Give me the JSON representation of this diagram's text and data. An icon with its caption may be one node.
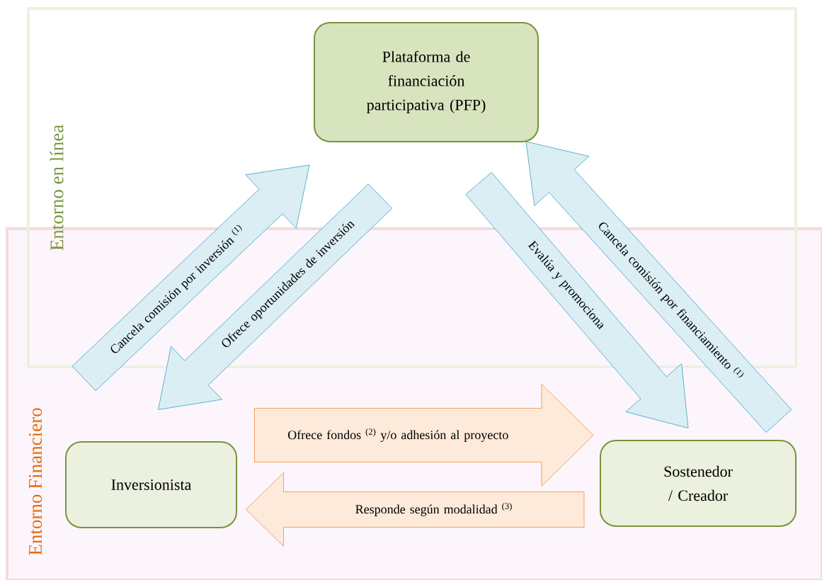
{
  "diagram": {
    "nodes": [
      {
        "text": [
          "Entorno en línea"
        ]
      },
      {
        "text": [
          "Entorno Financiero"
        ]
      },
      {
        "text": [
          "Plataforma de financiación participativa (PFP)"
        ],
        "in": 0
      },
      {
        "text": [
          "Inversionista"
        ],
        "in": 1
      },
      {
        "text": [
          "Sostenedor / Creador"
        ],
        "in": 1
      }
    ],
    "edges": [
      {
        "from": 3,
        "to": 2,
        "arrow": "to",
        "label": "Cancela comisión por inversión $^{(1)}$"
      },
      {
        "from": 2,
        "to": 3,
        "arrow": "to",
        "label": "Ofrece oportunidades de inversión"
      },
      {
        "from": 2,
        "to": 4,
        "arrow": "to",
        "label": "Evalúa y promociona"
      },
      {
        "from": 4,
        "to": 2,
        "arrow": "to",
        "label": "Cancela comisión por financiamiento $^{(1)}$"
      },
      {
        "from": 3,
        "to": 4,
        "arrow": "to",
        "label": "Ofrece fondos $^{(2)}$ y/o adhesión al proyecto",
        "color": "#f79646"
      },
      {
        "from": 4,
        "to": 3,
        "arrow": "to",
        "label": "Responde según modalidad $^{(3)}$",
        "color": "#f79646"
      }
    ]
  }
}
